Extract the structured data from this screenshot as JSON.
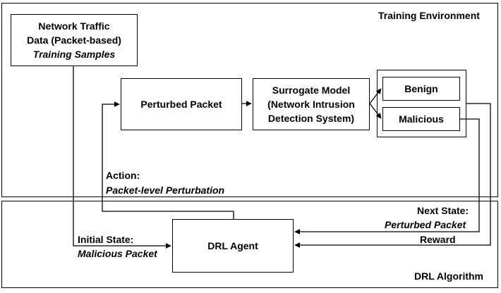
{
  "panels": {
    "training_env": "Training Environment",
    "drl_algorithm": "DRL Algorithm"
  },
  "boxes": {
    "traffic_data": {
      "line1": "Network Traffic",
      "line2": "Data (Packet-based)",
      "line3": "Training Samples"
    },
    "perturbed_packet": "Perturbed Packet",
    "surrogate": {
      "line1": "Surrogate Model",
      "line2": "(Network Intrusion",
      "line3": "Detection System)"
    },
    "benign": "Benign",
    "malicious": "Malicious",
    "drl_agent": "DRL Agent"
  },
  "labels": {
    "action": "Action:",
    "action_detail": "Packet-level Perturbation",
    "next_state": "Next State:",
    "next_state_detail": "Perturbed Packet",
    "reward": "Reward",
    "initial_state": "Initial State:",
    "initial_state_detail": "Malicious Packet"
  }
}
